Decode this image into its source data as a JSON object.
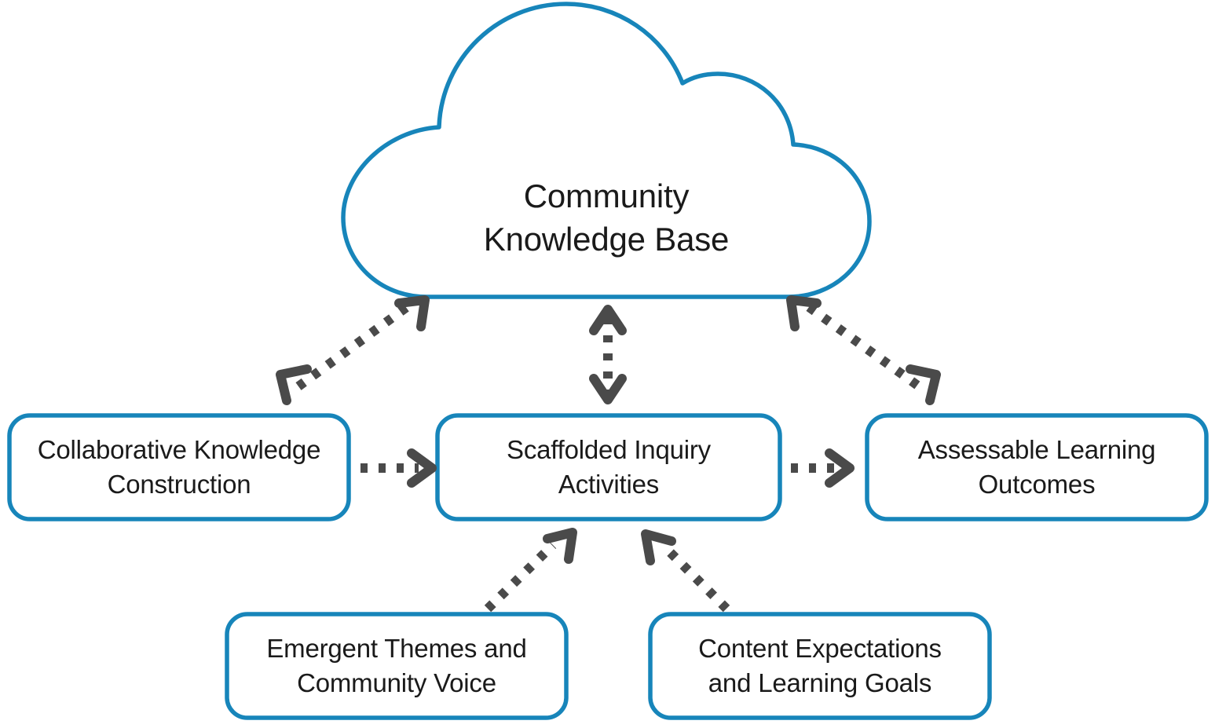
{
  "diagram": {
    "title": "Community Knowledge Base inquiry framework",
    "background_color": "#ffffff",
    "accent_color": "#1785ba",
    "arrow_color": "#4a4a4a",
    "text_color": "#1a1a1a"
  },
  "nodes": {
    "cloud": {
      "shape": "cloud",
      "label": "Community\nKnowledge Base",
      "line1": "Community",
      "line2": "Knowledge Base"
    },
    "left_box": {
      "shape": "rounded-rect",
      "label": "Collaborative Knowledge\nConstruction",
      "line1": "Collaborative Knowledge",
      "line2": "Construction"
    },
    "middle_box": {
      "shape": "rounded-rect",
      "label": "Scaffolded Inquiry\nActivities",
      "line1": "Scaffolded Inquiry",
      "line2": "Activities"
    },
    "right_box": {
      "shape": "rounded-rect",
      "label": "Assessable Learning\nOutcomes",
      "line1": "Assessable Learning",
      "line2": "Outcomes"
    },
    "bottom_left_box": {
      "shape": "rounded-rect",
      "label": "Emergent Themes and\nCommunity Voice",
      "line1": "Emergent Themes and",
      "line2": "Community Voice"
    },
    "bottom_right_box": {
      "shape": "rounded-rect",
      "label": "Content Expectations\nand Learning Goals",
      "line1": "Content Expectations",
      "line2": "and Learning Goals"
    }
  },
  "connectors": [
    {
      "id": "cloud-left-box",
      "from": "Collaborative Knowledge Construction",
      "to": "Community Knowledge Base",
      "style": "dotted",
      "heads": "double"
    },
    {
      "id": "cloud-middle-box",
      "from": "Scaffolded Inquiry Activities",
      "to": "Community Knowledge Base",
      "style": "dotted",
      "heads": "double"
    },
    {
      "id": "cloud-right-box",
      "from": "Community Knowledge Base",
      "to": "Assessable Learning Outcomes",
      "style": "dotted",
      "heads": "double"
    },
    {
      "id": "left-to-middle",
      "from": "Collaborative Knowledge Construction",
      "to": "Scaffolded Inquiry Activities",
      "style": "dotted",
      "heads": "single"
    },
    {
      "id": "middle-to-right",
      "from": "Scaffolded Inquiry Activities",
      "to": "Assessable Learning Outcomes",
      "style": "dotted",
      "heads": "single"
    },
    {
      "id": "bottom-left-to-middle",
      "from": "Emergent Themes and Community Voice",
      "to": "Scaffolded Inquiry Activities",
      "style": "dotted",
      "heads": "single"
    },
    {
      "id": "bottom-right-to-middle",
      "from": "Content Expectations and Learning Goals",
      "to": "Scaffolded Inquiry Activities",
      "style": "dotted",
      "heads": "single"
    }
  ]
}
